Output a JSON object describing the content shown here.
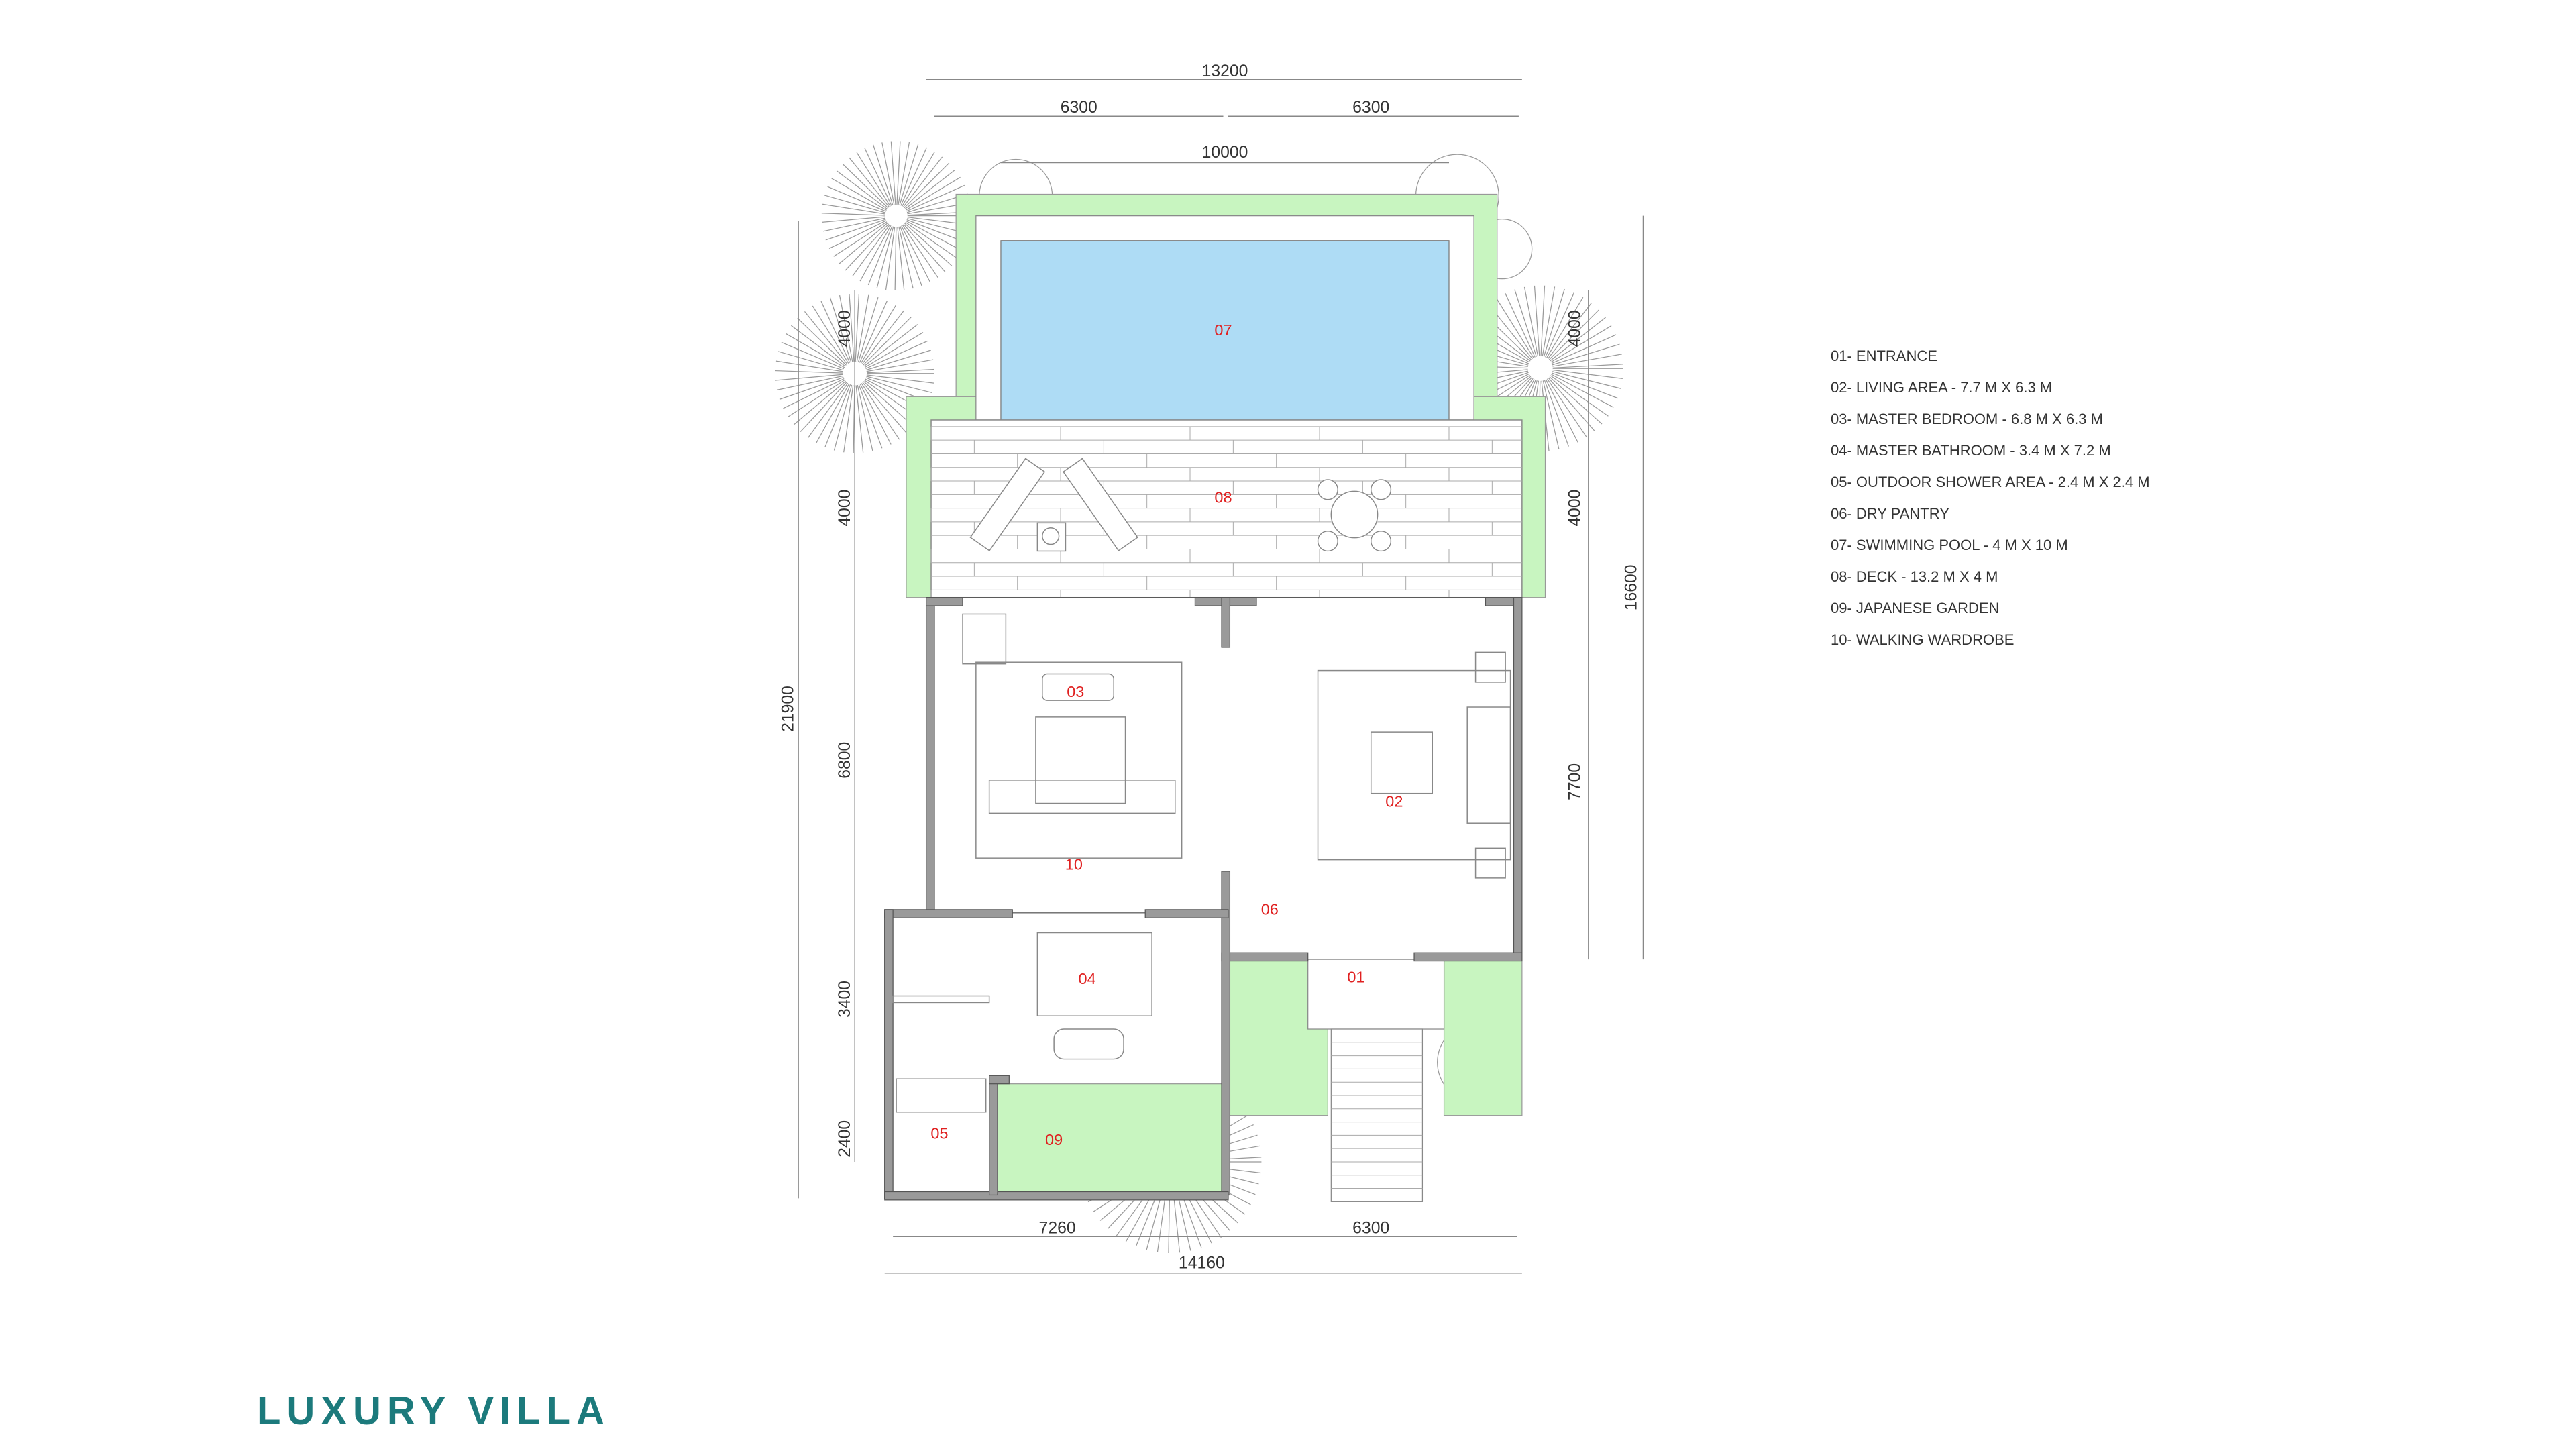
{
  "title": "LUXURY VILLA",
  "legend": [
    "01- ENTRANCE",
    "02- LIVING AREA - 7.7 M X 6.3 M",
    "03- MASTER BEDROOM - 6.8 M X 6.3 M",
    "04- MASTER BATHROOM - 3.4 M X 7.2 M",
    "05- OUTDOOR SHOWER AREA - 2.4 M X 2.4 M",
    "06- DRY PANTRY",
    "07- SWIMMING POOL - 4 M X 10 M",
    "08- DECK - 13.2 M X 4 M",
    "09- JAPANESE GARDEN",
    "10- WALKING WARDROBE"
  ],
  "room_labels": {
    "r01": "01",
    "r02": "02",
    "r03": "03",
    "r04": "04",
    "r05": "05",
    "r06": "06",
    "r07": "07",
    "r08": "08",
    "r09": "09",
    "r10": "10"
  },
  "dimensions": {
    "top_total": "13200",
    "top_left": "6300",
    "top_right": "6300",
    "pool_width": "10000",
    "left_total": "21900",
    "left_pool": "4000",
    "left_deck": "4000",
    "left_bedroom": "6800",
    "left_bath": "3400",
    "left_shower": "2400",
    "right_total": "16600",
    "right_pool": "4000",
    "right_deck": "4000",
    "right_living": "7700",
    "bottom_left": "7260",
    "bottom_right": "6300",
    "bottom_total": "14160"
  },
  "colors": {
    "pool": "#aedcf5",
    "grass": "#c8f5c0",
    "wall": "#9a9a9a",
    "label": "#e02020",
    "title": "#1c7a7c"
  }
}
